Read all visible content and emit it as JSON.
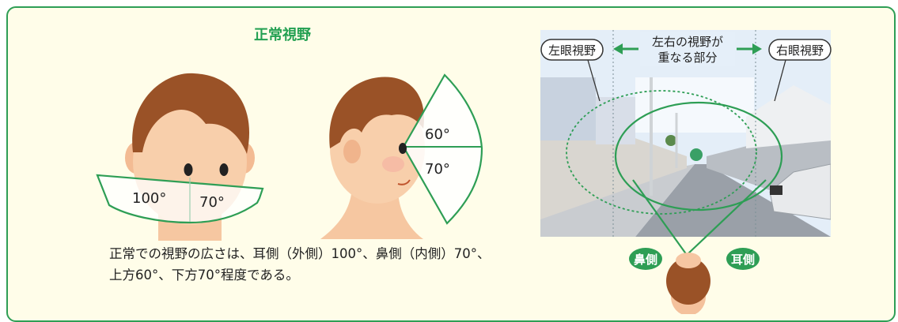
{
  "title": "正常視野",
  "front_view": {
    "left_angle": "100°",
    "right_angle": "70°"
  },
  "side_view": {
    "upper_angle": "60°",
    "lower_angle": "70°"
  },
  "caption": {
    "line1": "正常での視野の広さは、耳側（外側）100°、鼻側（内側）70°、",
    "line2": "上方60°、下方70°程度である。"
  },
  "scene": {
    "left_label": "左眼視野",
    "right_label": "右眼視野",
    "overlap_line1": "左右の視野が",
    "overlap_line2": "重なる部分",
    "nose_side_label": "鼻側",
    "ear_side_label": "耳側"
  },
  "colors": {
    "accent_green": "#2e9e55",
    "panel_bg": "#fffde9",
    "sector_fill": "#ffffff"
  }
}
